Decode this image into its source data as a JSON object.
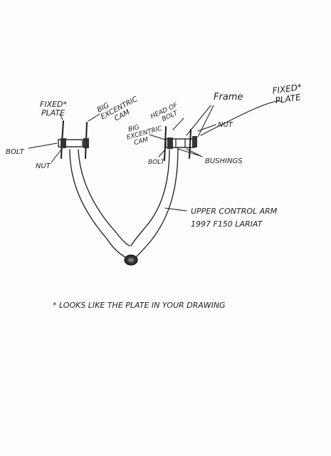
{
  "labels": {
    "fixed_plate_left": [
      "FIXED*",
      "PLATE"
    ],
    "big_eccentric_cam_left": [
      "BIG",
      "EXCENTRIC",
      "CAM"
    ],
    "bolt_left": "BOLT",
    "nut_left": "NUT",
    "big_eccentric_cam_right": [
      "BIG",
      "EXCENTRIC",
      "CAM"
    ],
    "head_of_bolt": [
      "HEAD OF",
      "BOLT"
    ],
    "frame": "Frame",
    "fixed_plate_right": [
      "FIXED*",
      "PLATE"
    ],
    "nut_right": "NUT",
    "bolt_right": "BOLT",
    "bushings": "BUSHINGS",
    "arm_title_line1": "UPPER CONTROL ARM",
    "arm_title_line2": "1997 F150 LARIAT",
    "footnote": "* LOOKS LIKE THE PLATE IN YOUR DRAWING"
  }
}
